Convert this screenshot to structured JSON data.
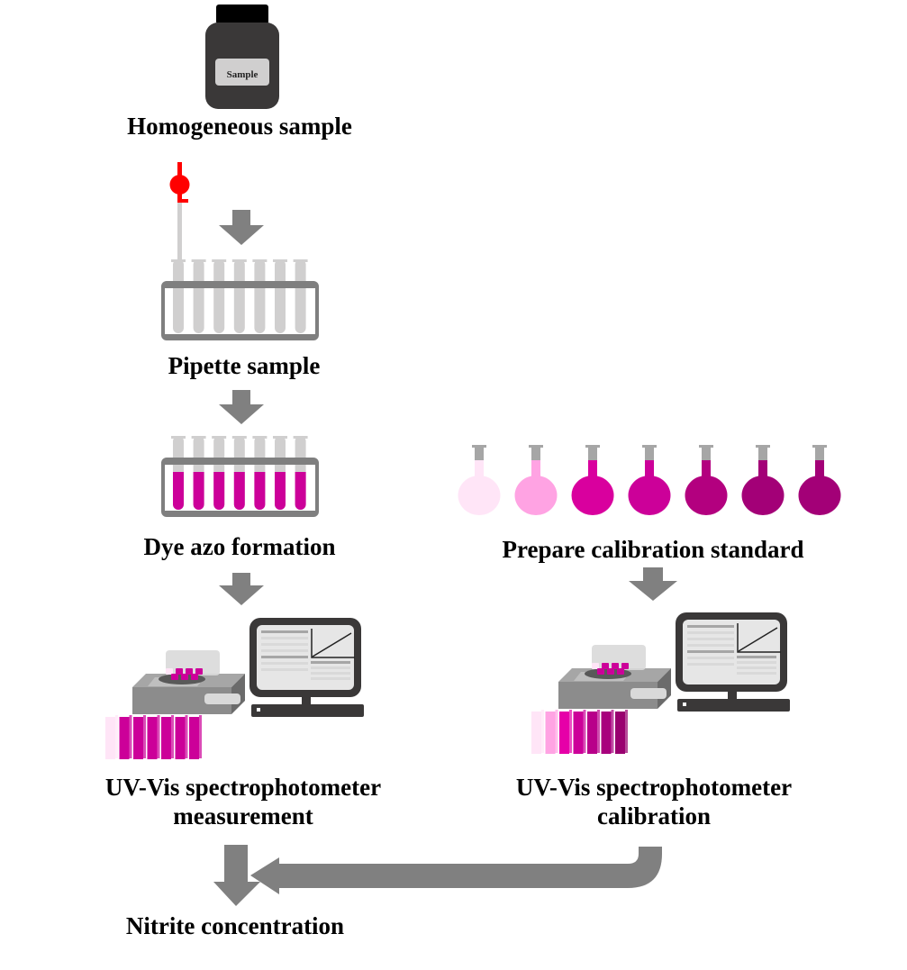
{
  "steps": {
    "homogeneous_sample": {
      "label": "Homogeneous sample",
      "jar_label": "Sample"
    },
    "pipette_sample": {
      "label": "Pipette sample"
    },
    "dye_azo_formation": {
      "label": "Dye azo formation"
    },
    "prepare_calibration": {
      "label": "Prepare calibration standard"
    },
    "uvvis_measurement": {
      "label_line1": "UV-Vis spectrophotometer",
      "label_line2": "measurement"
    },
    "uvvis_calibration": {
      "label_line1": "UV-Vis spectrophotometer",
      "label_line2": "calibration"
    },
    "nitrite_concentration": {
      "label": "Nitrite concentration"
    }
  },
  "colors": {
    "arrow": "#808080",
    "jar_body": "#3a3838",
    "jar_cap": "#000000",
    "jar_label_bg": "#d0cfcf",
    "pipette_bulb": "#ff0000",
    "tube_glass": "#d0cfcf",
    "rack": "#7f7f7f",
    "dye": "#cc0099",
    "monitor": "#3a3838",
    "screen": "#e6e6e6",
    "instrument_body": "#8c8c8c"
  },
  "calibration_flask_colors": [
    "#ffe5f7",
    "#ffa3e3",
    "#d9009e",
    "#cc0099",
    "#b3007f",
    "#a30077",
    "#a30077"
  ],
  "measurement_cuvette_colors": [
    "#ffe5f7",
    "#cc0099",
    "#cc0099",
    "#cc0099",
    "#cc0099",
    "#cc0099",
    "#cc0099"
  ],
  "calibration_cuvette_colors": [
    "#ffe5f7",
    "#ffa3e3",
    "#e600a8",
    "#cc0099",
    "#b8008a",
    "#a8007d",
    "#99006f"
  ],
  "tube_count": 7
}
